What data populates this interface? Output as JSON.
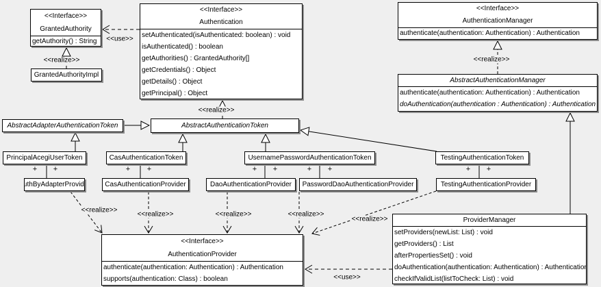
{
  "edge_labels": {
    "use": "<<use>>",
    "realize": "<<realize>>",
    "plus": "+"
  },
  "colors": {
    "background": "#efefef",
    "box_fill": "#ffffff",
    "line": "#000000"
  },
  "classes": {
    "granted_authority": {
      "stereotype": "<<Interface>>",
      "name": "GrantedAuthority",
      "methods": [
        "getAuthority() : String"
      ]
    },
    "granted_authority_impl": {
      "name": "GrantedAuthorityImpl"
    },
    "authentication": {
      "stereotype": "<<Interface>>",
      "name": "Authentication",
      "methods": [
        "setAuthenticated(isAuthenticated: boolean) : void",
        "isAuthenticated() : boolean",
        "getAuthorities() : GrantedAuthority[]",
        "getCredentials() : Object",
        "getDetails() : Object",
        "getPrincipal() : Object"
      ]
    },
    "authentication_manager": {
      "stereotype": "<<Interface>>",
      "name": "AuthenticationManager",
      "methods": [
        "authenticate(authentication: Authentication) : Authentication"
      ]
    },
    "abstract_authentication_manager": {
      "name": "AbstractAuthenticationManager",
      "methods": [
        "authenticate(authentication: Authentication) : Authentication",
        "doAuthentication(authentication : Authentication) : Authentication"
      ]
    },
    "abstract_adapter_authentication_token": {
      "name": "AbstractAdapterAuthenticationToken"
    },
    "abstract_authentication_token": {
      "name": "AbstractAuthenticationToken"
    },
    "principal_acegi_user_token": {
      "name": "PrincipalAcegiUserToken"
    },
    "cas_authentication_token": {
      "name": "CasAuthenticationToken"
    },
    "username_password_authentication_token": {
      "name": "UsernamePasswordAuthenticationToken"
    },
    "testing_authentication_token": {
      "name": "TestingAuthenticationToken"
    },
    "auth_by_adapter_provider": {
      "name": "AuthByAdapterProvider"
    },
    "cas_authentication_provider": {
      "name": "CasAuthenticationProvider"
    },
    "dao_authentication_provider": {
      "name": "DaoAuthenticationProvider"
    },
    "password_dao_authentication_provider": {
      "name": "PasswordDaoAuthenticationProvider"
    },
    "testing_authentication_provider": {
      "name": "TestingAuthenticationProvider"
    },
    "authentication_provider": {
      "stereotype": "<<Interface>>",
      "name": "AuthenticationProvider",
      "methods": [
        "authenticate(authentication: Authentication) : Authentication",
        "supports(authentication: Class) : boolean"
      ]
    },
    "provider_manager": {
      "name": "ProviderManager",
      "methods": [
        "setProviders(newList: List) : void",
        "getProviders() : List",
        "afterPropertiesSet() : void",
        "doAuthentication(authentication: Authentication) : Authentication",
        "checkIfValidList(listToCheck: List) : void"
      ]
    }
  }
}
